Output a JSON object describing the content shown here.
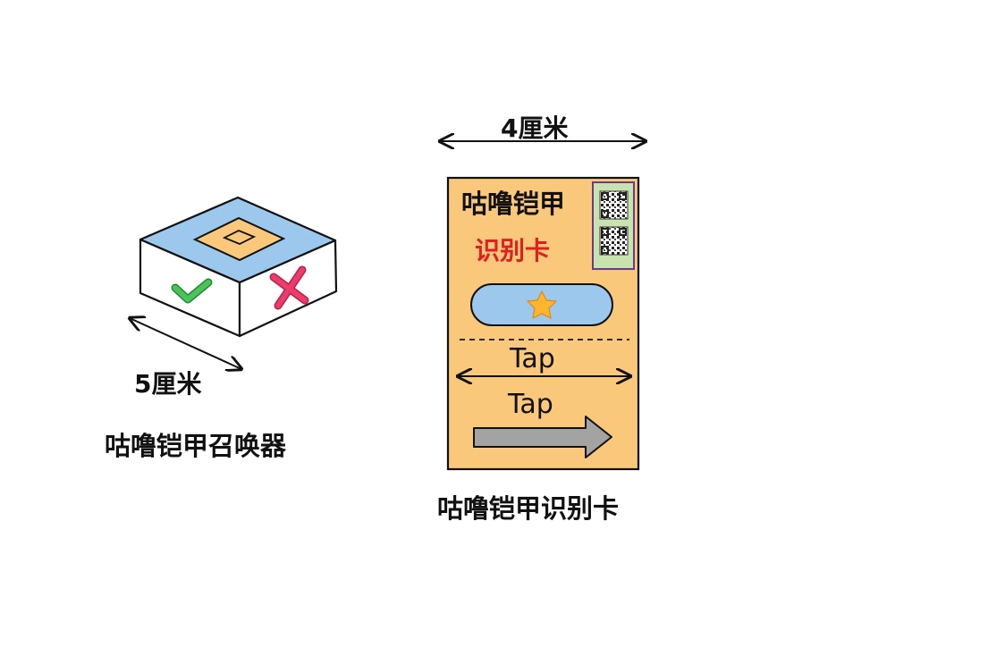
{
  "summoner": {
    "dimension_label": "5厘米",
    "caption": "咕噜铠甲召唤器",
    "colors": {
      "top": "#9dc8ee",
      "side": "#ffffff",
      "button": "#f9c87a",
      "check": "#4cc35a",
      "cross": "#ec3d6a"
    },
    "icons": [
      "check-icon",
      "cross-icon",
      "square-button-icon"
    ]
  },
  "card": {
    "dimension_label": "4厘米",
    "title": "咕噜铠甲",
    "subtitle": "识别卡",
    "caption": "咕噜铠甲识别卡",
    "tap_label_1": "Tap",
    "tap_label_2": "Tap",
    "colors": {
      "card_bg": "#f9c87a",
      "subtitle": "#e02020",
      "pill": "#9dc8ee",
      "qr_panel": "#c9e3b0",
      "arrow": "#a3a3a3"
    },
    "icons": [
      "star-icon",
      "qr-code-icon",
      "right-arrow-icon"
    ]
  }
}
